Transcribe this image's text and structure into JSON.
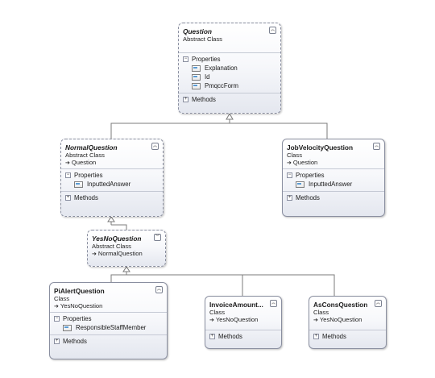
{
  "classes": {
    "question": {
      "name": "Question",
      "type": "Abstract Class",
      "properties_label": "Properties",
      "properties": [
        "Explanation",
        "Id",
        "PmqccForm"
      ],
      "methods_label": "Methods"
    },
    "normal_question": {
      "name": "NormalQuestion",
      "type": "Abstract Class",
      "base": "Question",
      "properties_label": "Properties",
      "properties": [
        "InputtedAnswer"
      ],
      "methods_label": "Methods"
    },
    "job_velocity_question": {
      "name": "JobVelocityQuestion",
      "type": "Class",
      "base": "Question",
      "properties_label": "Properties",
      "properties": [
        "InputtedAnswer"
      ],
      "methods_label": "Methods"
    },
    "yes_no_question": {
      "name": "YesNoQuestion",
      "type": "Abstract Class",
      "base": "NormalQuestion"
    },
    "pi_alert_question": {
      "name": "PiAlertQuestion",
      "type": "Class",
      "base": "YesNoQuestion",
      "properties_label": "Properties",
      "properties": [
        "ResponsibleStaffMember"
      ],
      "methods_label": "Methods"
    },
    "invoice_amount_question": {
      "name": "InvoiceAmount...",
      "type": "Class",
      "base": "YesNoQuestion",
      "methods_label": "Methods"
    },
    "as_cons_question": {
      "name": "AsConsQuestion",
      "type": "Class",
      "base": "YesNoQuestion",
      "methods_label": "Methods"
    }
  },
  "icons": {
    "collapse": "double-chevron-up-icon",
    "inheritance": "inheritance-arrow-icon",
    "property": "property-icon",
    "section_toggle": "plus-minus-toggle-icon"
  },
  "colors": {
    "border": "#8a8fa0",
    "connector": "#7b7b7b"
  }
}
